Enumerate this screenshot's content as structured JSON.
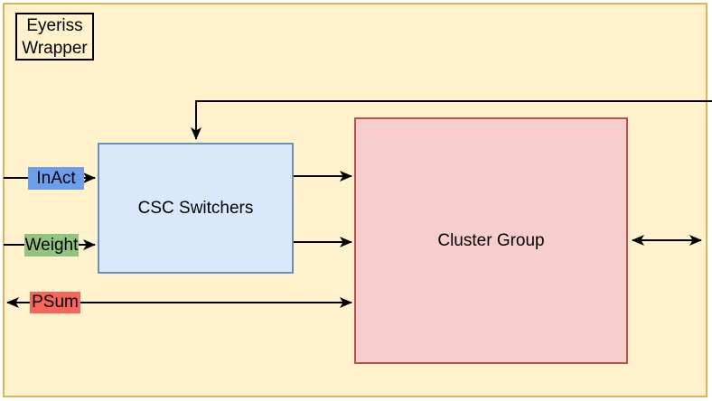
{
  "diagram": {
    "wrapper": {
      "label": "Eyeriss Wrapper",
      "fill": "#FFF2CC",
      "border_color": "#D6B656"
    },
    "blocks": {
      "csc_switchers": {
        "label": "CSC Switchers",
        "fill": "#DAE8FC",
        "border_color": "#6C8EBF"
      },
      "cluster_group": {
        "label": "Cluster Group",
        "fill": "#F8CECC",
        "border_color": "#B85450"
      }
    },
    "ports": {
      "inact": {
        "label": "InAct",
        "fill": "#6D9EEB",
        "direction": "into CSC Switchers"
      },
      "weight": {
        "label": "Weight",
        "fill": "#93C47D",
        "direction": "into CSC Switchers"
      },
      "psum": {
        "label": "PSum",
        "fill": "#F8655C",
        "direction": "bidirectional between wrapper edge and Cluster Group"
      }
    },
    "connectors": {
      "color": "#000000",
      "feedback_line": "from right edge into top of CSC Switchers",
      "csc_to_cluster": "two arrows from CSC Switchers into Cluster Group",
      "cluster_right": "double-headed arrow between Cluster Group and wrapper right edge"
    }
  }
}
